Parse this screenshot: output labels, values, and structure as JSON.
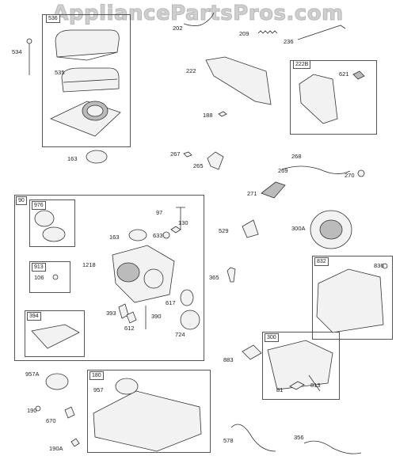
{
  "watermark": "AppliancePartsPros.com",
  "box_tags": {
    "b536": "536",
    "b222b": "222B",
    "b90": "90",
    "b976": "976",
    "b913": "913",
    "b394": "394",
    "b832": "832",
    "b300": "300",
    "b180": "180"
  },
  "labels": {
    "l534": "534",
    "l535": "535",
    "l163a": "163",
    "l202": "202",
    "l209": "209",
    "l236": "236",
    "l222": "222",
    "l621": "621",
    "l188": "188",
    "l267": "267",
    "l265": "265",
    "l268": "268",
    "l269": "269",
    "l270": "270",
    "l271": "271",
    "l97": "97",
    "l130": "130",
    "l163b": "163",
    "l633": "633",
    "l1218": "1218",
    "l106": "106",
    "l617": "617",
    "l393": "393",
    "l390": "390",
    "l612": "612",
    "l724": "724",
    "l529": "529",
    "l300a": "300A",
    "l836": "836",
    "l365": "365",
    "l883": "883",
    "l81": "81",
    "l813": "813",
    "l957a": "957A",
    "l957": "957",
    "l190": "190",
    "l670": "670",
    "l190a": "190A",
    "l578": "578",
    "l356": "356"
  }
}
